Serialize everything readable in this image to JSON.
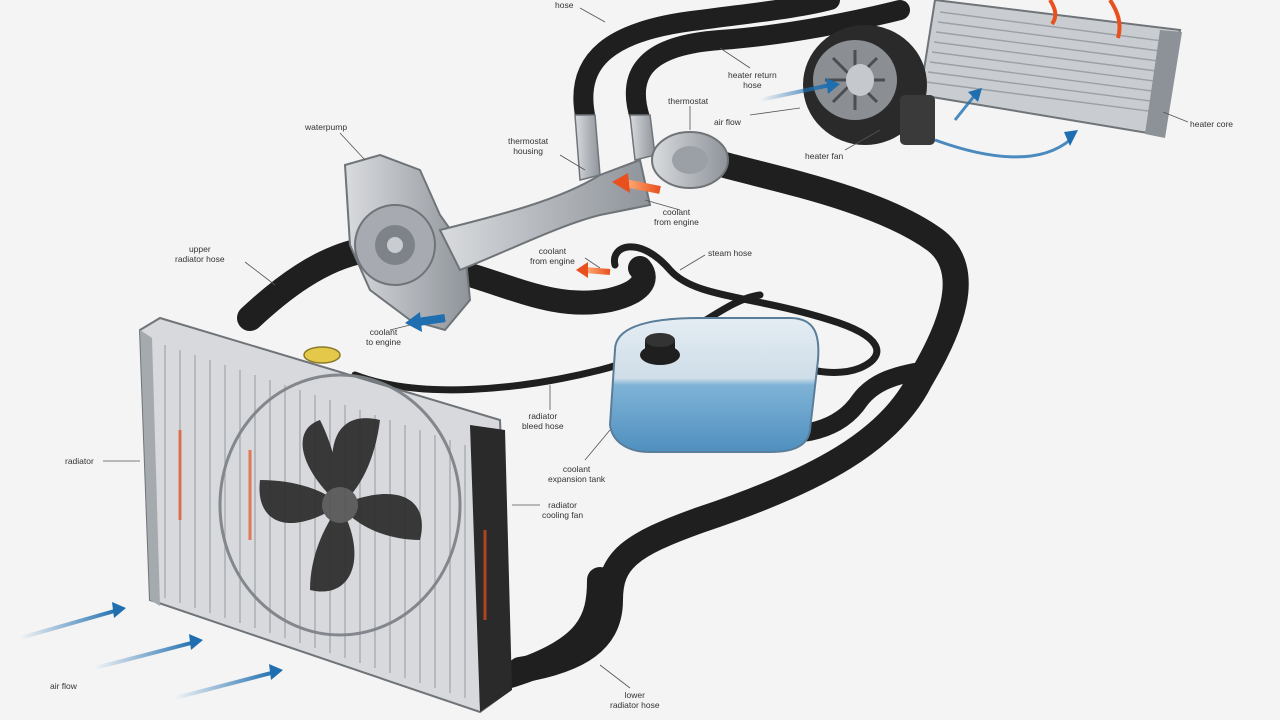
{
  "labels": {
    "hose_top": [
      "hose"
    ],
    "heater_return_hose": [
      "heater return",
      "hose"
    ],
    "heater_core": [
      "heater core"
    ],
    "thermostat": [
      "thermostat"
    ],
    "air_flow_top": [
      "air flow"
    ],
    "heater_fan": [
      "heater fan"
    ],
    "waterpump": [
      "waterpump"
    ],
    "thermostat_housing": [
      "thermostat",
      "housing"
    ],
    "coolant_from_engine_1": [
      "coolant",
      "from engine"
    ],
    "coolant_from_engine_2": [
      "coolant",
      "from engine"
    ],
    "steam_hose": [
      "steam hose"
    ],
    "upper_radiator_hose": [
      "upper",
      "radiator hose"
    ],
    "coolant_to_engine": [
      "coolant",
      "to engine"
    ],
    "radiator": [
      "radiator"
    ],
    "radiator_bleed_hose": [
      "radiator",
      "bleed hose"
    ],
    "coolant_expansion_tank": [
      "coolant",
      "expansion tank"
    ],
    "radiator_cooling_fan": [
      "radiator",
      "cooling fan"
    ],
    "air_flow_bottom": [
      "air flow"
    ],
    "lower_radiator_hose": [
      "lower",
      "radiator hose"
    ]
  },
  "colors": {
    "hose": "#1f1f1f",
    "hose_highlight": "#3a3a3a",
    "metal": "#b9bcc0",
    "metal_dark": "#8c9096",
    "coolant_tank": "#6fa9d0",
    "air_flow_arrow": "#1f6fb0",
    "hot_arrow": "#e8501e",
    "background": "#f4f4f4"
  }
}
